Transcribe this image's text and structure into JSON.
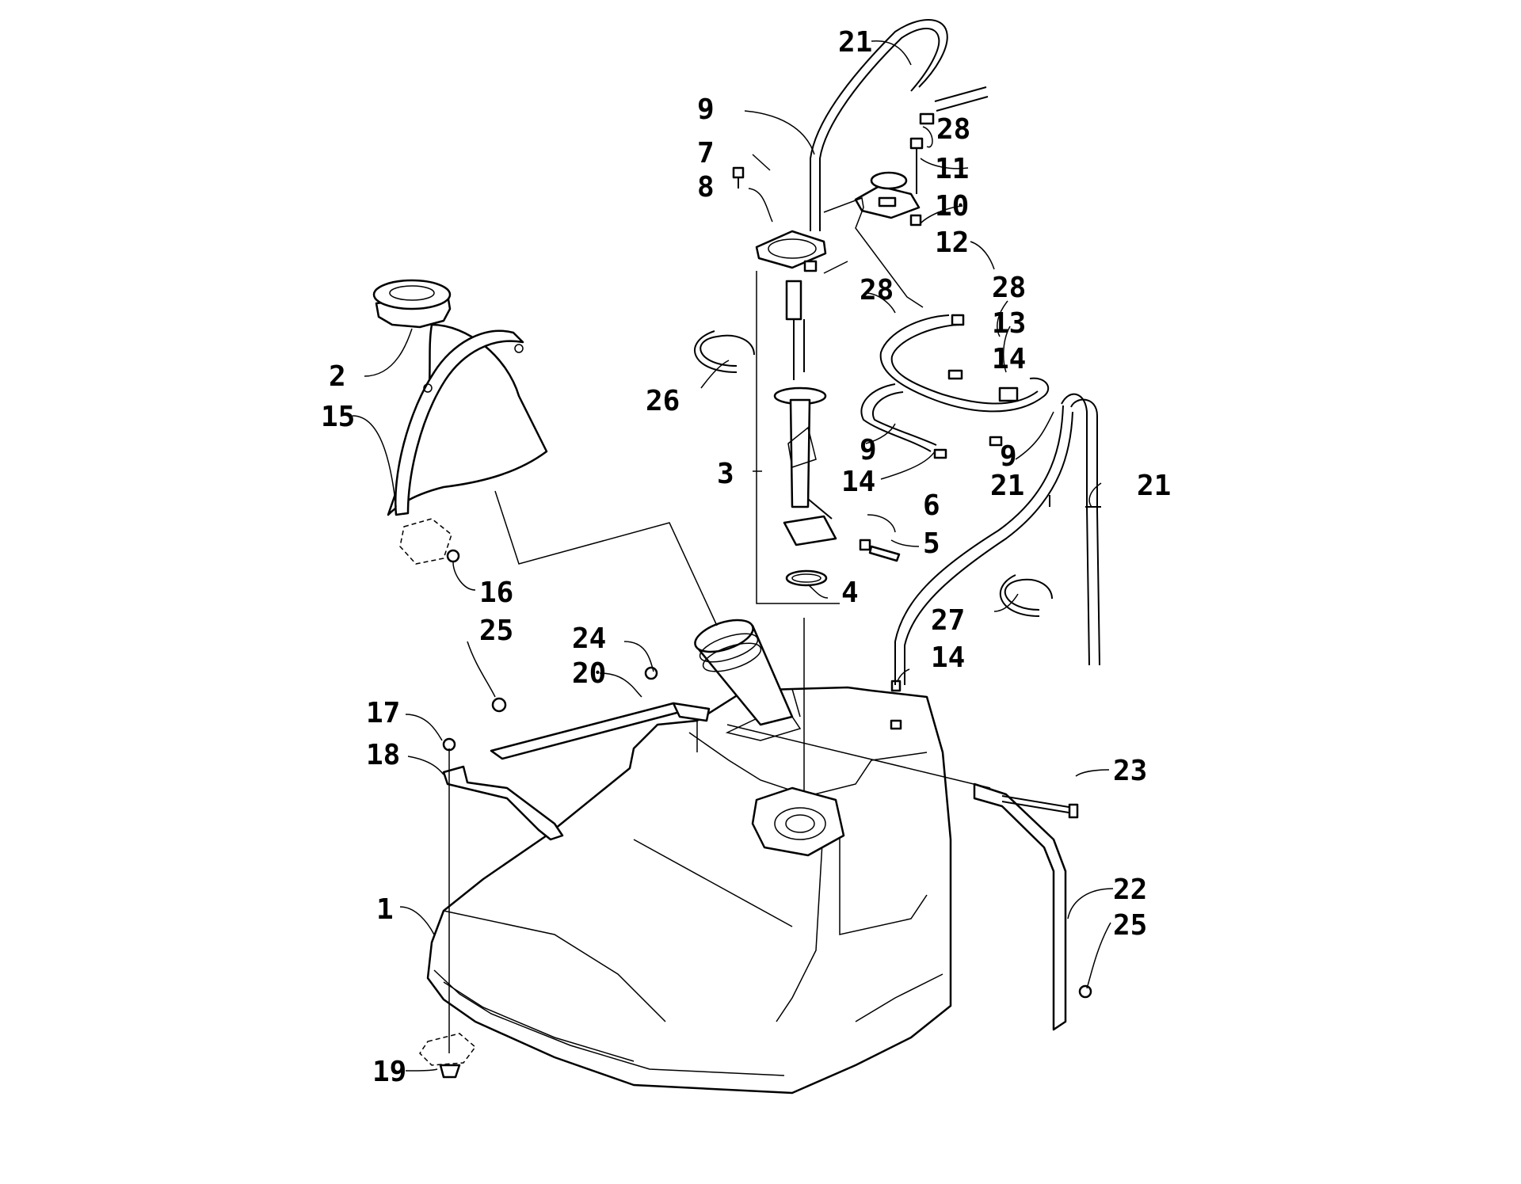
{
  "callouts": [
    {
      "id": "c1",
      "label": "1"
    },
    {
      "id": "c2",
      "label": "2"
    },
    {
      "id": "c3",
      "label": "3"
    },
    {
      "id": "c4",
      "label": "4"
    },
    {
      "id": "c5",
      "label": "5"
    },
    {
      "id": "c6",
      "label": "6"
    },
    {
      "id": "c7",
      "label": "7"
    },
    {
      "id": "c8",
      "label": "8"
    },
    {
      "id": "c9a",
      "label": "9"
    },
    {
      "id": "c9b",
      "label": "9"
    },
    {
      "id": "c9c",
      "label": "9"
    },
    {
      "id": "c10",
      "label": "10"
    },
    {
      "id": "c11",
      "label": "11"
    },
    {
      "id": "c12",
      "label": "12"
    },
    {
      "id": "c13",
      "label": "13"
    },
    {
      "id": "c14a",
      "label": "14"
    },
    {
      "id": "c14b",
      "label": "14"
    },
    {
      "id": "c14c",
      "label": "14"
    },
    {
      "id": "c15",
      "label": "15"
    },
    {
      "id": "c16",
      "label": "16"
    },
    {
      "id": "c17",
      "label": "17"
    },
    {
      "id": "c18",
      "label": "18"
    },
    {
      "id": "c19",
      "label": "19"
    },
    {
      "id": "c20",
      "label": "20"
    },
    {
      "id": "c21a",
      "label": "21"
    },
    {
      "id": "c21b",
      "label": "21"
    },
    {
      "id": "c21c",
      "label": "21"
    },
    {
      "id": "c22",
      "label": "22"
    },
    {
      "id": "c23",
      "label": "23"
    },
    {
      "id": "c24",
      "label": "24"
    },
    {
      "id": "c25a",
      "label": "25"
    },
    {
      "id": "c25b",
      "label": "25"
    },
    {
      "id": "c26",
      "label": "26"
    },
    {
      "id": "c27",
      "label": "27"
    },
    {
      "id": "c28a",
      "label": "28"
    },
    {
      "id": "c28b",
      "label": "28"
    },
    {
      "id": "c28c",
      "label": "28"
    }
  ]
}
